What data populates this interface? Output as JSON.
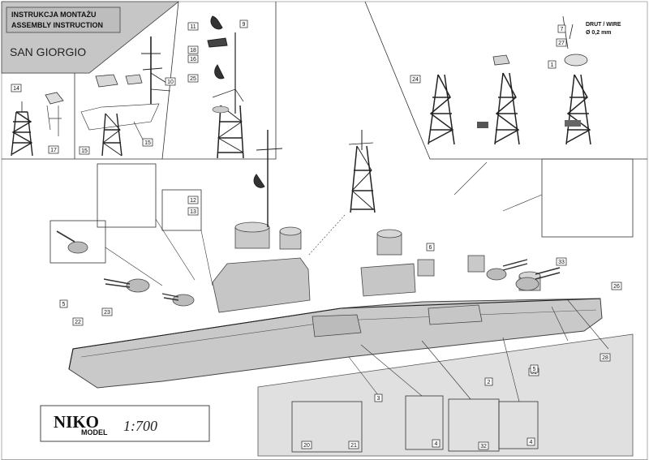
{
  "header": {
    "line1": "INSTRUKCJA MONTAŻU",
    "line2": "ASSEMBLY INSTRUCTION",
    "model_name": "SAN GIORGIO"
  },
  "wire_note": {
    "line1": "DRUT / WIRE",
    "line2": "Ø 0,2 mm"
  },
  "logo": {
    "brand": "NIKO",
    "brand_sub": "MODEL",
    "scale": "1:700"
  },
  "part_numbers": {
    "p14": "14",
    "p17": "17",
    "p15a": "15",
    "p15b": "15",
    "p10": "10",
    "p11": "11",
    "p9": "9",
    "p18": "18",
    "p16": "16",
    "p25": "25",
    "p7": "7",
    "p27": "27",
    "p1": "1",
    "p24": "24",
    "p12": "12",
    "p13": "13",
    "p5a": "5",
    "p23": "23",
    "p22": "22",
    "p33": "33",
    "p26": "26",
    "p28": "28",
    "p6": "6",
    "p3": "3",
    "p2": "2",
    "p31": "31",
    "p4a": "4",
    "p32": "32",
    "p4b": "4",
    "p20": "20",
    "p21": "21",
    "p5b": "5"
  },
  "colors": {
    "hull": "#c9c9c9",
    "panel": "#e4e4e4",
    "line": "#222222",
    "truss": "#333333"
  }
}
